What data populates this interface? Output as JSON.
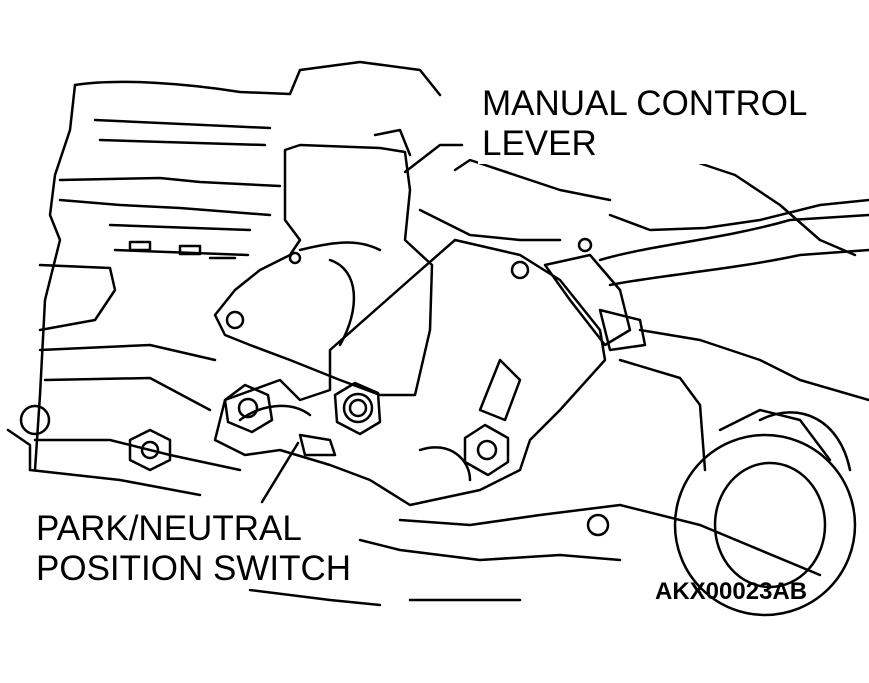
{
  "labels": {
    "manual_control_lever": [
      "MANUAL CONTROL",
      "LEVER"
    ],
    "park_neutral_switch": [
      "PARK/NEUTRAL",
      "POSITION SWITCH"
    ]
  },
  "figure_code": "AKX00023AB",
  "colors": {
    "ink": "#000000",
    "paper": "#ffffff"
  }
}
